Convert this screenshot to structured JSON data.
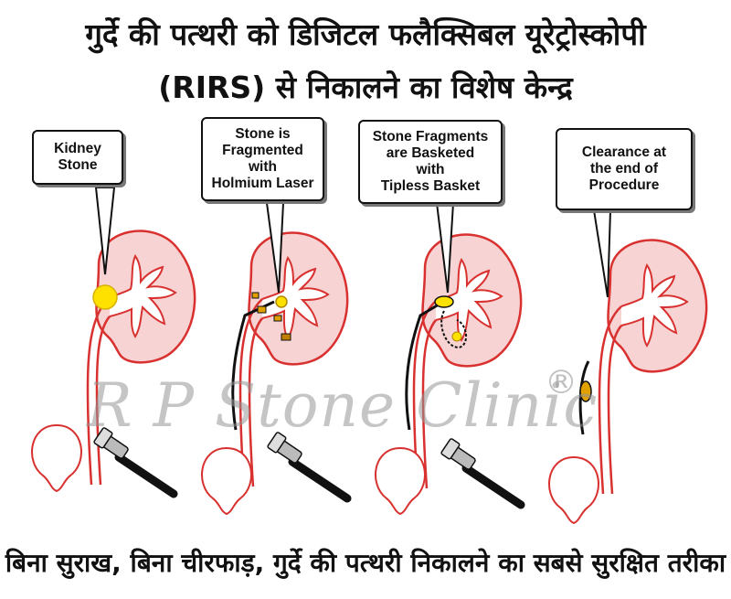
{
  "title": {
    "line1": "गुर्दे की पत्थरी को डिजिटल फलैक्सिबल यूरेट्रोस्कोपी",
    "line2": "(RIRS) से निकालने का विशेष केन्द्र"
  },
  "callouts": [
    {
      "text": "Kidney\nStone"
    },
    {
      "text": "Stone is\nFragmented\nwith\nHolmium Laser"
    },
    {
      "text": "Stone Fragments\nare Basketed\nwith\nTipless Basket"
    },
    {
      "text": "Clearance at\nthe end of\nProcedure"
    }
  ],
  "watermark": {
    "text": "R P Stone Clinic",
    "symbol": "®"
  },
  "footer": "बिना सुराख, बिना चीरफाड़, गुर्दे की पत्थरी निकालने का सबसे सुरक्षित तरीका",
  "colors": {
    "kidney_outline": "#d8312f",
    "kidney_fill": "#f7d3d3",
    "stone": "#ffe100",
    "scope": "#111111"
  }
}
